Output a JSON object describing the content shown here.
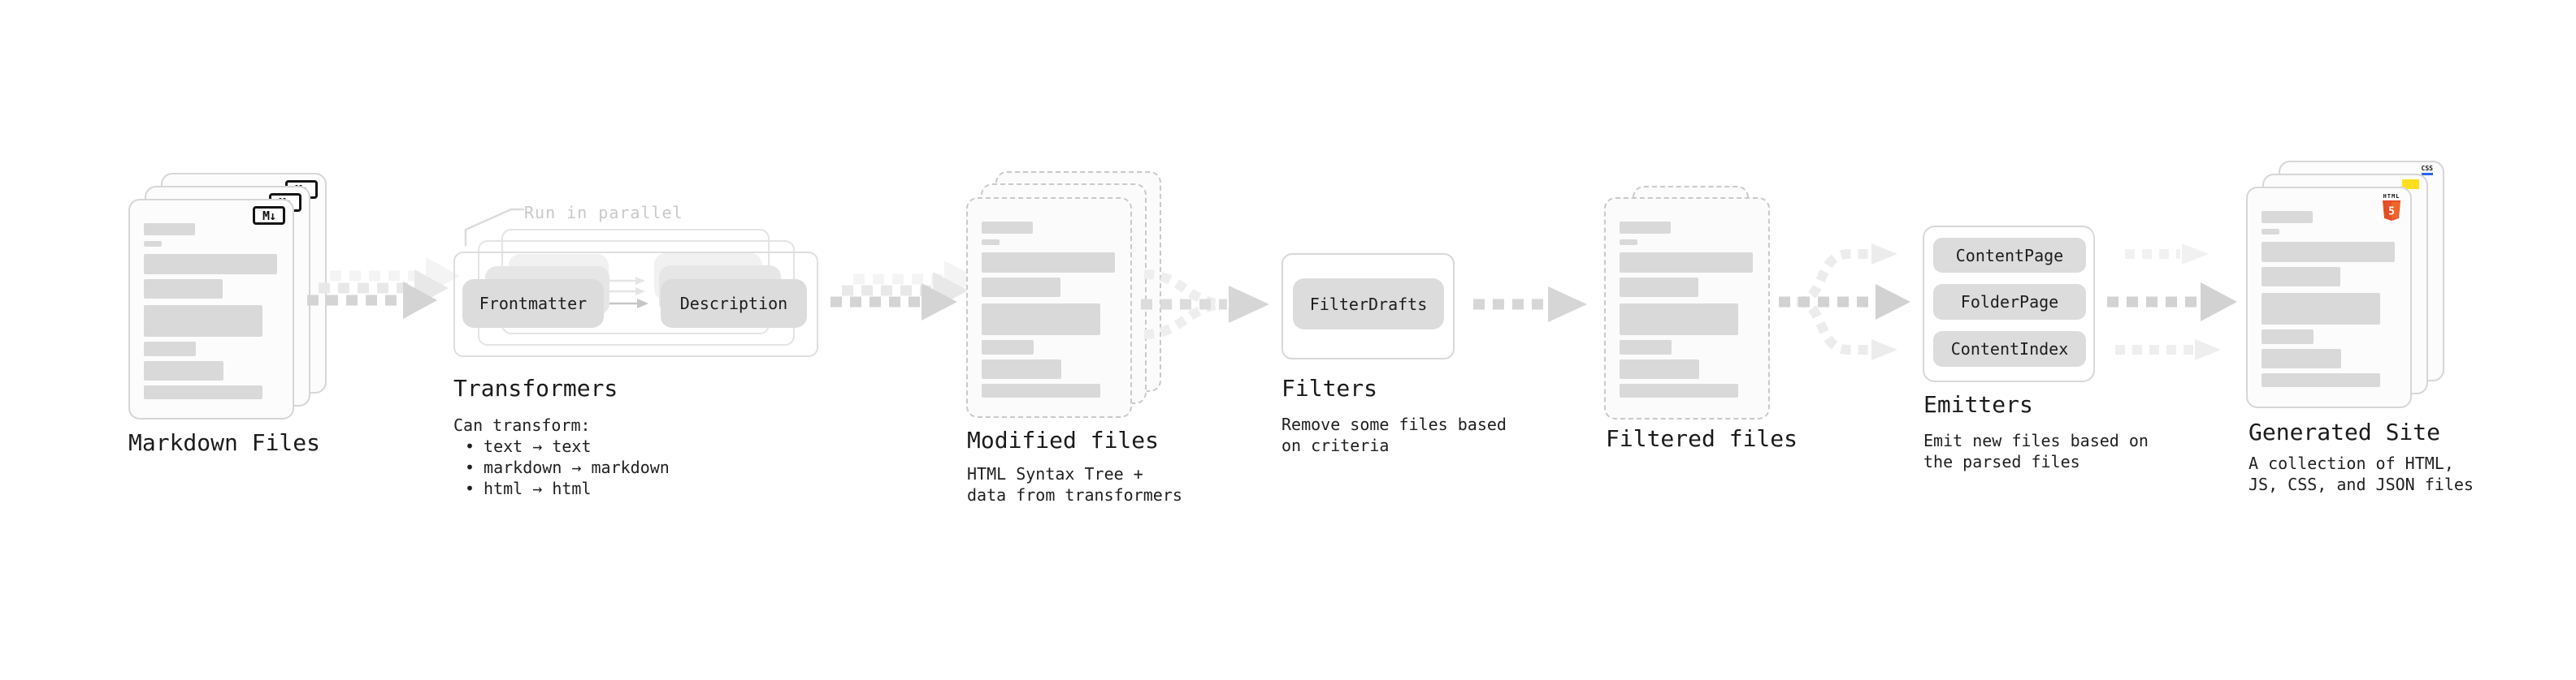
{
  "stages": {
    "markdown": {
      "label": "Markdown Files"
    },
    "transformers": {
      "label": "Transformers",
      "note": "Run in parallel",
      "pill_frontmatter": "Frontmatter",
      "pill_description": "Description",
      "sub_title": "Can transform:",
      "bullet_char": "•",
      "bullets": [
        "text → text",
        "markdown → markdown",
        "html → html"
      ]
    },
    "modified": {
      "label": "Modified files",
      "sub_1": "HTML Syntax Tree +",
      "sub_2": "data from transformers"
    },
    "filters": {
      "label": "Filters",
      "pill_filterdrafts": "FilterDrafts",
      "sub_1": "Remove some files based",
      "sub_2": "on criteria"
    },
    "filtered": {
      "label": "Filtered files"
    },
    "emitters": {
      "label": "Emitters",
      "pill_1": "ContentPage",
      "pill_2": "FolderPage",
      "pill_3": "ContentIndex",
      "sub_1": "Emit new files based on",
      "sub_2": "the parsed files"
    },
    "generated": {
      "label": "Generated Site",
      "sub_1": "A collection of HTML,",
      "sub_2": "JS, CSS, and JSON files",
      "badge_css": "CSS",
      "badge_html_word": "HTML",
      "badge_html_number": "5"
    }
  },
  "icons": {
    "markdown_badge": "M↓"
  },
  "colors": {
    "html5_orange": "#e44d26",
    "html5_orange_light": "#f16529",
    "js_yellow": "#ffdf1e",
    "css_blue": "#2965f1",
    "pill_gray": "#dcdcdc",
    "note_gray": "#c9c9c9",
    "arrow_gray": "#d2d2d2",
    "card_border": "#d6d6d6"
  }
}
